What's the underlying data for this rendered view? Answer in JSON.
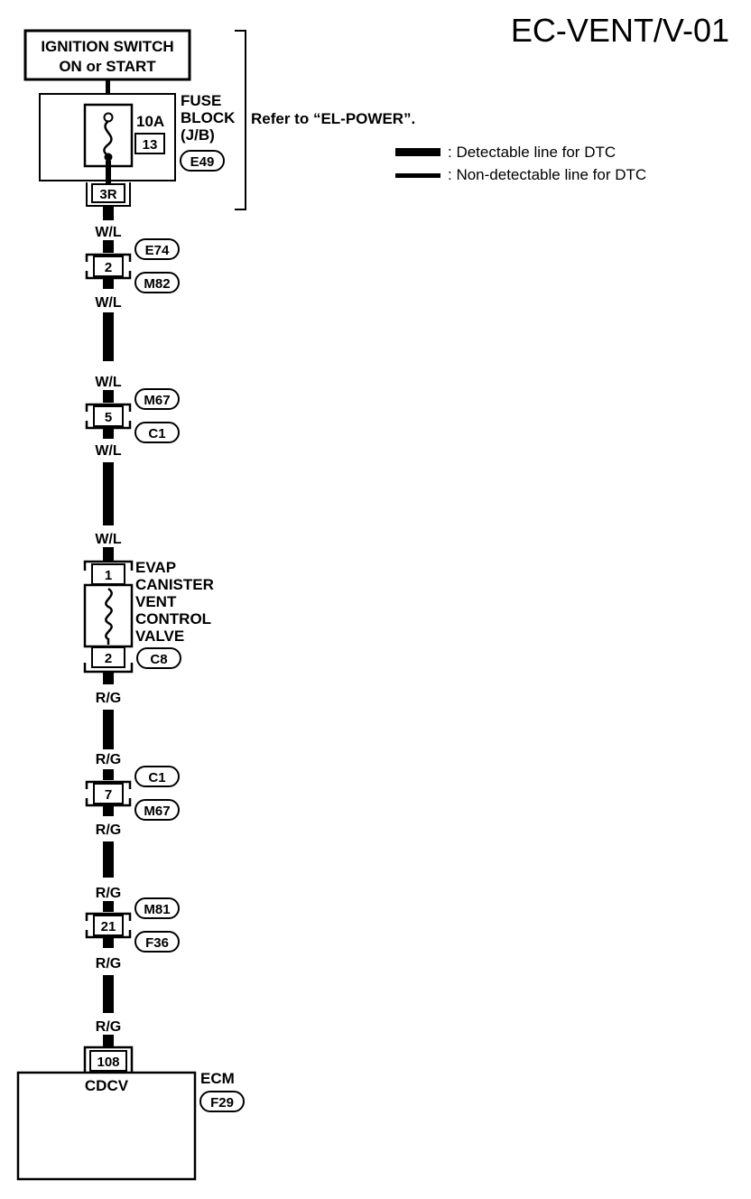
{
  "title": "EC-VENT/V-01",
  "ignition": {
    "line1": "IGNITION SWITCH",
    "line2": "ON or START"
  },
  "fuse": {
    "amp": "10A",
    "number": "13",
    "label1": "FUSE",
    "label2": "BLOCK",
    "label3": "(J/B)",
    "connector": "E49",
    "terminal": "3R"
  },
  "refer_note": "Refer to “EL-POWER”.",
  "legend": {
    "detectable": ": Detectable line for DTC",
    "non_detectable": ": Non-detectable line for DTC"
  },
  "wires": {
    "wl": "W/L",
    "rg": "R/G"
  },
  "connectors": [
    {
      "pin": "2",
      "top": "E74",
      "bottom": "M82"
    },
    {
      "pin": "5",
      "top": "M67",
      "bottom": "C1"
    },
    {
      "pin": "7",
      "top": "C1",
      "bottom": "M67"
    },
    {
      "pin": "21",
      "top": "M81",
      "bottom": "F36"
    }
  ],
  "valve": {
    "pin_top": "1",
    "pin_bottom": "2",
    "connector": "C8",
    "name_lines": [
      "EVAP",
      "CANISTER",
      "VENT",
      "CONTROL",
      "VALVE"
    ]
  },
  "ecm": {
    "pin": "108",
    "terminal_name": "CDCV",
    "label": "ECM",
    "connector": "F29"
  }
}
